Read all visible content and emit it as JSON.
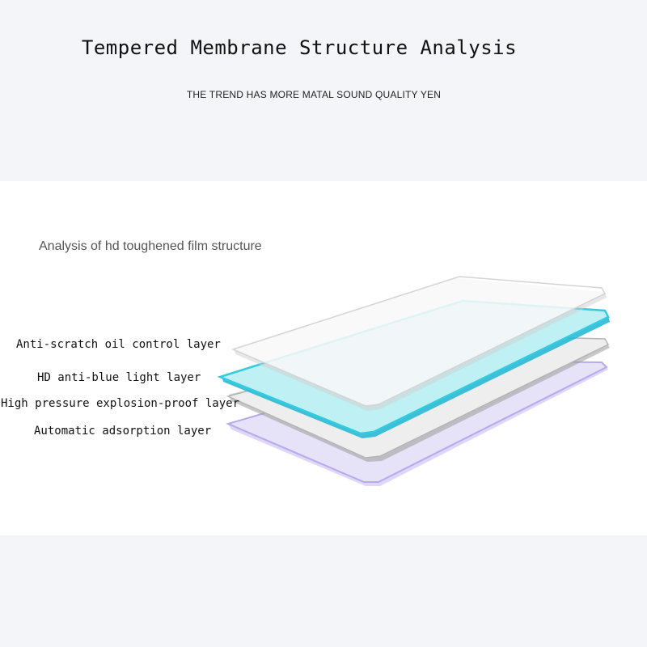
{
  "header": {
    "title": "Tempered Membrane Structure Analysis",
    "subtitle": "THE TREND HAS MORE MATAL SOUND QUALITY YEN"
  },
  "panel": {
    "caption": "Analysis of hd toughened film structure",
    "layers": [
      {
        "label": "Anti-scratch oil control layer",
        "fill": "#ffffff",
        "edge": "#d9d9d9"
      },
      {
        "label": "HD anti-blue light layer",
        "fill": "#bff0f4",
        "edge": "#33cbe0"
      },
      {
        "label": "High pressure explosion-proof layer",
        "fill": "#ececec",
        "edge": "#a6a6a6"
      },
      {
        "label": "Automatic adsorption layer",
        "fill": "#e6e2f7",
        "edge": "#b7a9ec"
      }
    ]
  }
}
